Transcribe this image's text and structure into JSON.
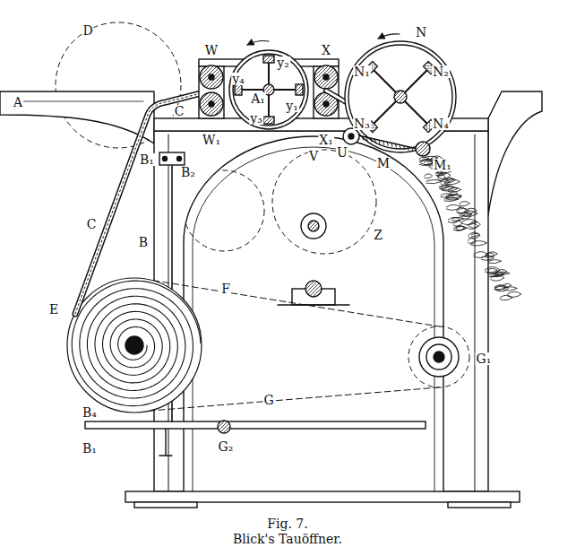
{
  "diagram": {
    "caption": "Blick's Tauöffner.",
    "labels": [
      "A",
      "D",
      "C",
      "W",
      "W₁",
      "y₂",
      "y₁",
      "y₃",
      "y₄",
      "A₁",
      "X",
      "X₁",
      "N",
      "N₁",
      "N₂",
      "N₃",
      "N₄",
      "M",
      "M₁",
      "U",
      "V",
      "Z",
      "B₂",
      "B₁",
      "B",
      "E",
      "C",
      "F",
      "G",
      "G₁",
      "G₂",
      "B₄",
      "B₁",
      "Fig. 7."
    ]
  }
}
